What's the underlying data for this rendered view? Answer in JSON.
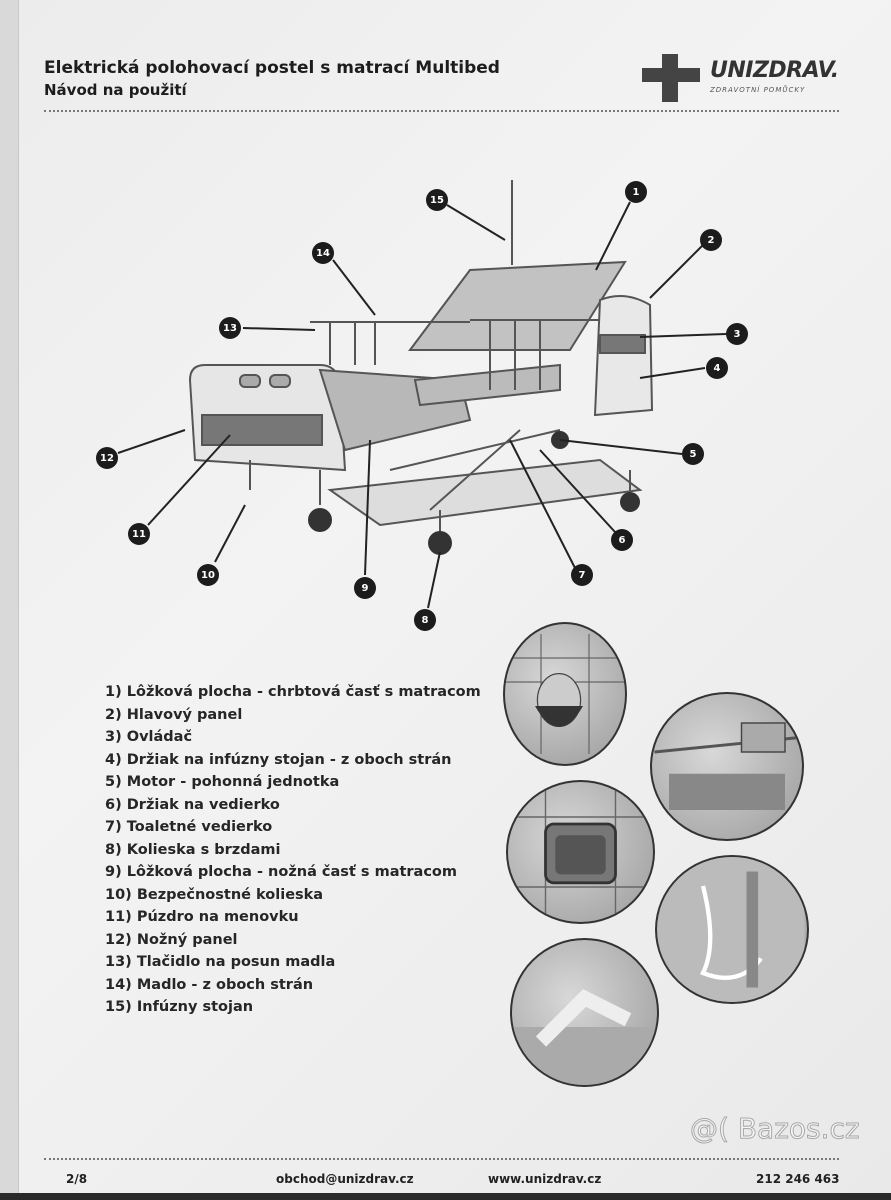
{
  "header": {
    "title": "Elektrická polohovací postel s matrací Multibed",
    "subtitle": "Návod na použití",
    "logo_name": "UNIZDRAV.",
    "logo_tagline": "ZDRAVOTNÍ POMŮCKY"
  },
  "callouts": [
    "1",
    "2",
    "3",
    "4",
    "5",
    "6",
    "7",
    "8",
    "9",
    "10",
    "11",
    "12",
    "13",
    "14",
    "15"
  ],
  "legend": [
    "1) Lôžková plocha - chrbtová časť s matracom",
    "2) Hlavový panel",
    "3) Ovládač",
    "4) Držiak na infúzny stojan - z oboch strán",
    "5) Motor - pohonná jednotka",
    "6) Držiak na vedierko",
    "7) Toaletné vedierko",
    "8) Kolieska s brzdami",
    "9) Lôžková plocha - nožná časť s matracom",
    "10) Bezpečnostné kolieska",
    "11) Púzdro na menovku",
    "12) Nožný panel",
    "13) Tlačidlo na posun madla",
    "14) Madlo - z oboch strán",
    "15) Infúzny stojan"
  ],
  "footer": {
    "page": "2/8",
    "email": "obchod@unizdrav.cz",
    "web": "www.unizdrav.cz",
    "phone": "212 246 463",
    "watermark": "@( Bazos.cz"
  }
}
